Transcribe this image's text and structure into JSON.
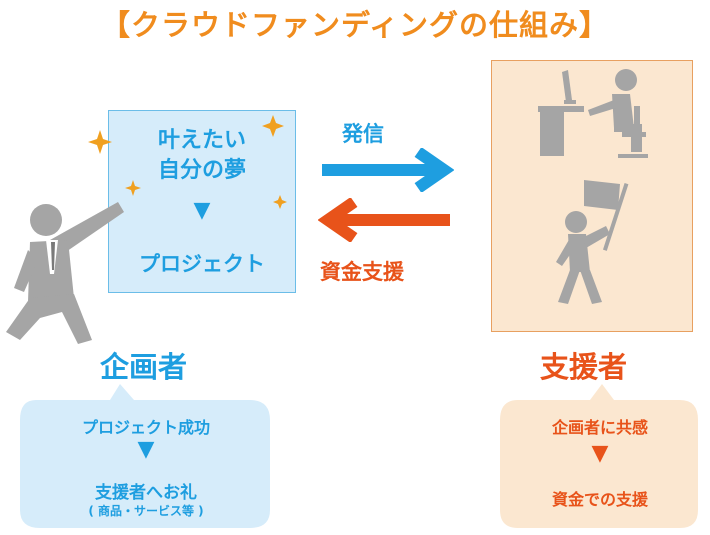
{
  "title": "【クラウドファンディングの仕組み】",
  "dream_box": {
    "line1": "叶えたい",
    "line2": "自分の夢",
    "arrow": "▼",
    "line3": "プロジェクト"
  },
  "arrows": {
    "send_label": "発信",
    "fund_label": "資金支援"
  },
  "planner": {
    "label": "企画者",
    "bubble_line1": "プロジェクト成功",
    "bubble_arrow": "▼",
    "bubble_line2": "支援者へお礼",
    "bubble_line3": "( 商品・サービス等 )"
  },
  "supporter": {
    "label": "支援者",
    "bubble_line1": "企画者に共感",
    "bubble_arrow": "▼",
    "bubble_line2": "資金での支援"
  },
  "colors": {
    "title": "#f08c1e",
    "blue": "#1e9ee0",
    "orange": "#e8531a",
    "blue_fill": "#d6ecfa",
    "orange_fill": "#fbe7d0",
    "figure_gray": "#a5a5a5"
  },
  "icons": [
    "sparkle-icon",
    "presenter-figure-icon",
    "right-arrow-icon",
    "left-arrow-icon",
    "desk-worker-icon",
    "flag-waver-icon"
  ]
}
